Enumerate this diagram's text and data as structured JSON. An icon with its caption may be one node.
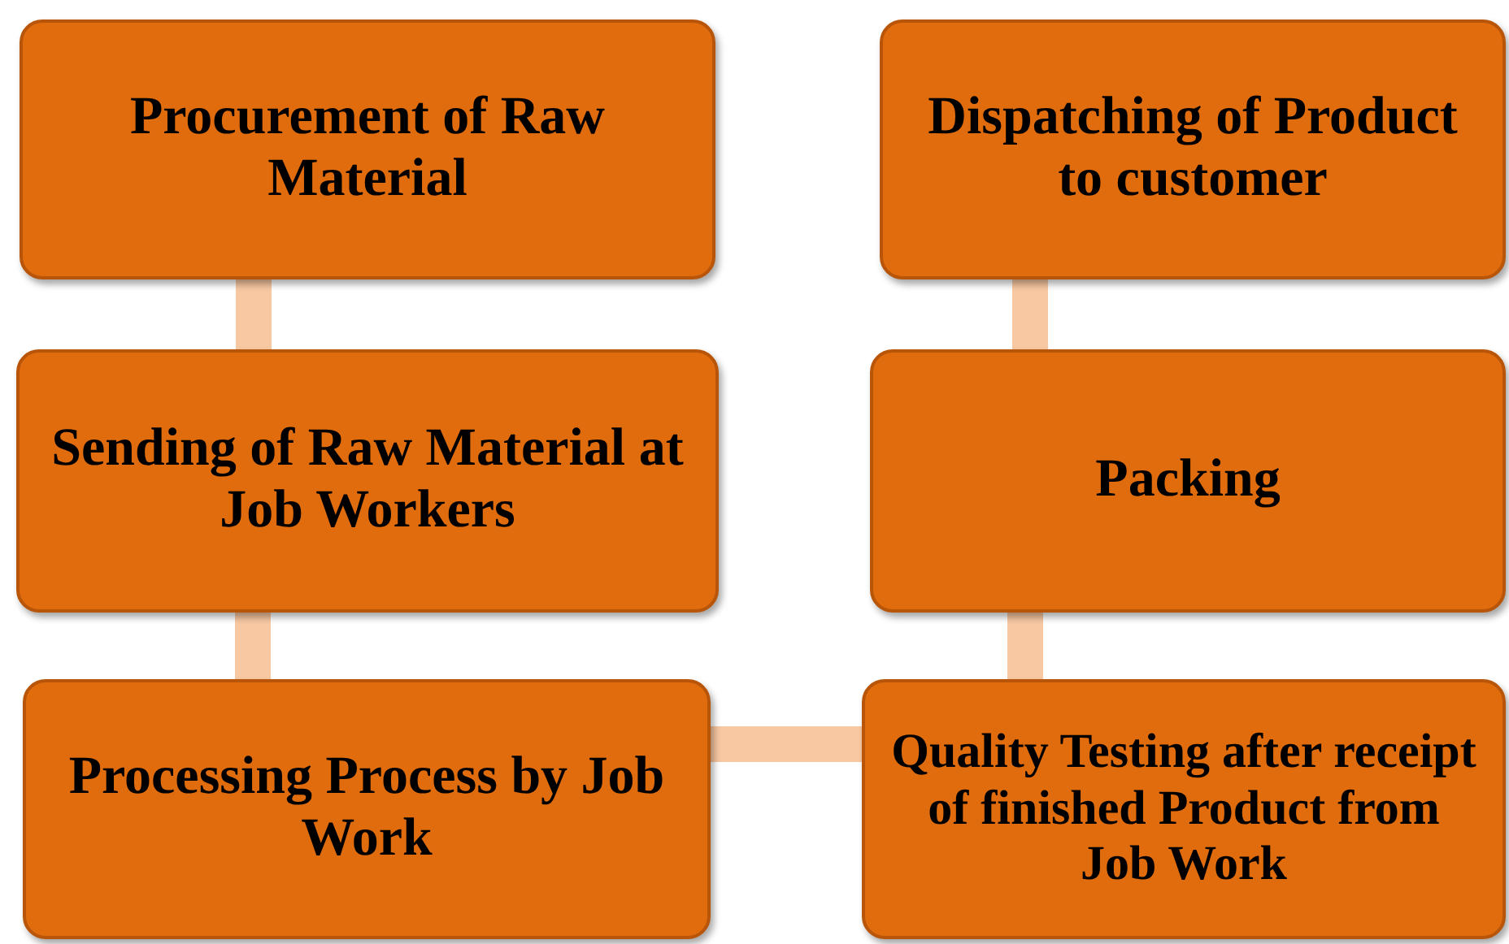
{
  "diagram": {
    "nodes": [
      {
        "text": [
          "Procurement of Raw Material"
        ]
      },
      {
        "text": [
          "Sending of Raw Material at Job Workers"
        ]
      },
      {
        "text": [
          "Processing Process by Job Work"
        ]
      },
      {
        "text": [
          "Quality Testing after receipt of finished Product from Job Work"
        ]
      },
      {
        "text": [
          "Packing"
        ]
      },
      {
        "text": [
          "Dispatching of Product to customer"
        ]
      }
    ],
    "edges": [
      {
        "from": 0,
        "to": 1,
        "arrow": "none"
      },
      {
        "from": 1,
        "to": 2,
        "arrow": "none"
      },
      {
        "from": 2,
        "to": 3,
        "arrow": "none"
      },
      {
        "from": 3,
        "to": 4,
        "arrow": "none"
      },
      {
        "from": 4,
        "to": 5,
        "arrow": "none"
      }
    ]
  }
}
